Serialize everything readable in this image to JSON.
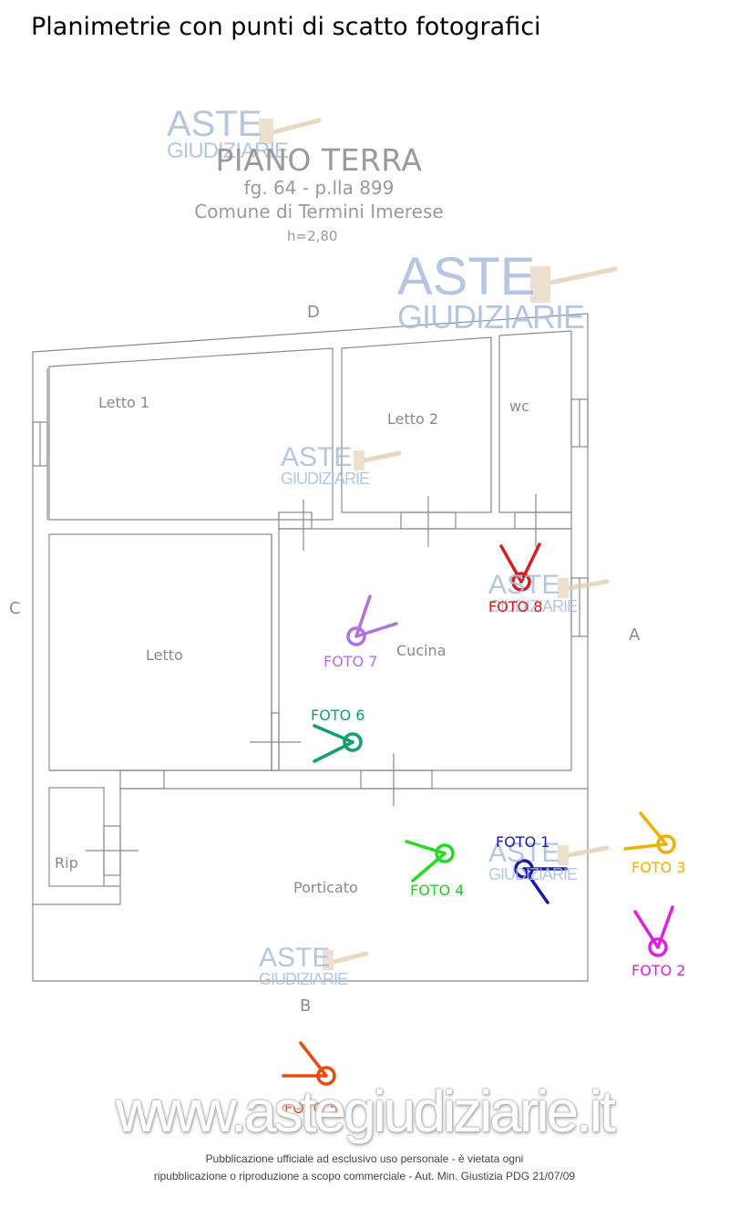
{
  "header": {
    "title": "Planimetrie con punti di scatto fotografici"
  },
  "plan": {
    "title": "PIANO TERRA",
    "subtitle1": "fg. 64 - p.lla 899",
    "subtitle2": "Comune di Termini Imerese",
    "height_label": "h=2,80"
  },
  "sides": {
    "top": "D",
    "left": "C",
    "right": "A",
    "bottom": "B"
  },
  "rooms": {
    "letto1": "Letto 1",
    "letto2": "Letto 2",
    "wc": "wc",
    "letto": "Letto",
    "cucina": "Cucina",
    "rip": "Rip",
    "porticato": "Porticato"
  },
  "photo_points": [
    {
      "label": "FOTO 1",
      "color": "#1a1aa8"
    },
    {
      "label": "FOTO 2",
      "color": "#e020e0"
    },
    {
      "label": "FOTO 3",
      "color": "#f0b000"
    },
    {
      "label": "FOTO 4",
      "color": "#22dd22"
    },
    {
      "label": "FOTO 5",
      "color": "#e84a10"
    },
    {
      "label": "FOTO 6",
      "color": "#10a070"
    },
    {
      "label": "FOTO 7",
      "color": "#b070e0"
    },
    {
      "label": "FOTO 8",
      "color": "#d42020"
    }
  ],
  "watermark": {
    "brand_line1": "ASTE",
    "brand_line2": "GIUDIZIARIE",
    "site": "www.astegiudiziarie.it"
  },
  "footer": {
    "line1": "Pubblicazione ufficiale ad esclusivo uso personale - è vietata ogni",
    "line2": "ripubblicazione o riproduzione a scopo commerciale - Aut. Min. Giustizia PDG 21/07/09"
  },
  "colors": {
    "wall": "#8a8a8a",
    "watermark_blue": "#9fb3d8",
    "watermark_hammer": "#e0c8a8"
  }
}
